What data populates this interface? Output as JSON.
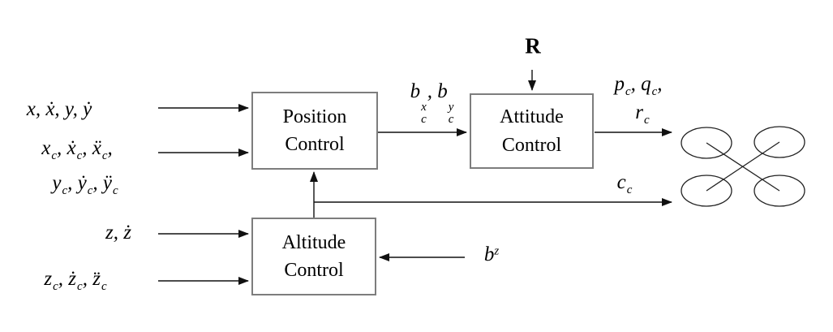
{
  "blocks": {
    "position": {
      "line1": "Position",
      "line2": "Control"
    },
    "attitude": {
      "line1": "Attitude",
      "line2": "Control"
    },
    "altitude": {
      "line1": "Altitude",
      "line2": "Control"
    }
  },
  "inputs": {
    "xy_state": "x, \\dot{x}, y, \\dot{y}",
    "xc_command": "x_{c}, \\dot{x}_{c}, \\ddot{x}_{c},",
    "yc_command": "y_{c}, \\dot{y}_{c}, \\ddot{y}_{c}",
    "z_state": "z, \\dot{z}",
    "zc_command": "z_{c}, \\dot{z}_{c}, \\ddot{z}_{c}",
    "rotation_matrix": "R",
    "bz_thrust": "b^{z}"
  },
  "signals": {
    "bc_attitude_cmd": "b^{x}_{c}, b^{y}_{c}",
    "rate_cmd_line1": "p_{c}, q_{c},",
    "rate_cmd_line2": "r_{c}",
    "collective_cmd": "c_{c}"
  },
  "icons": {
    "plant": "quadrotor-icon"
  },
  "colors": {
    "line": "#111111",
    "box_border": "#7d7d7d",
    "text": "#000000",
    "background": "#ffffff"
  }
}
